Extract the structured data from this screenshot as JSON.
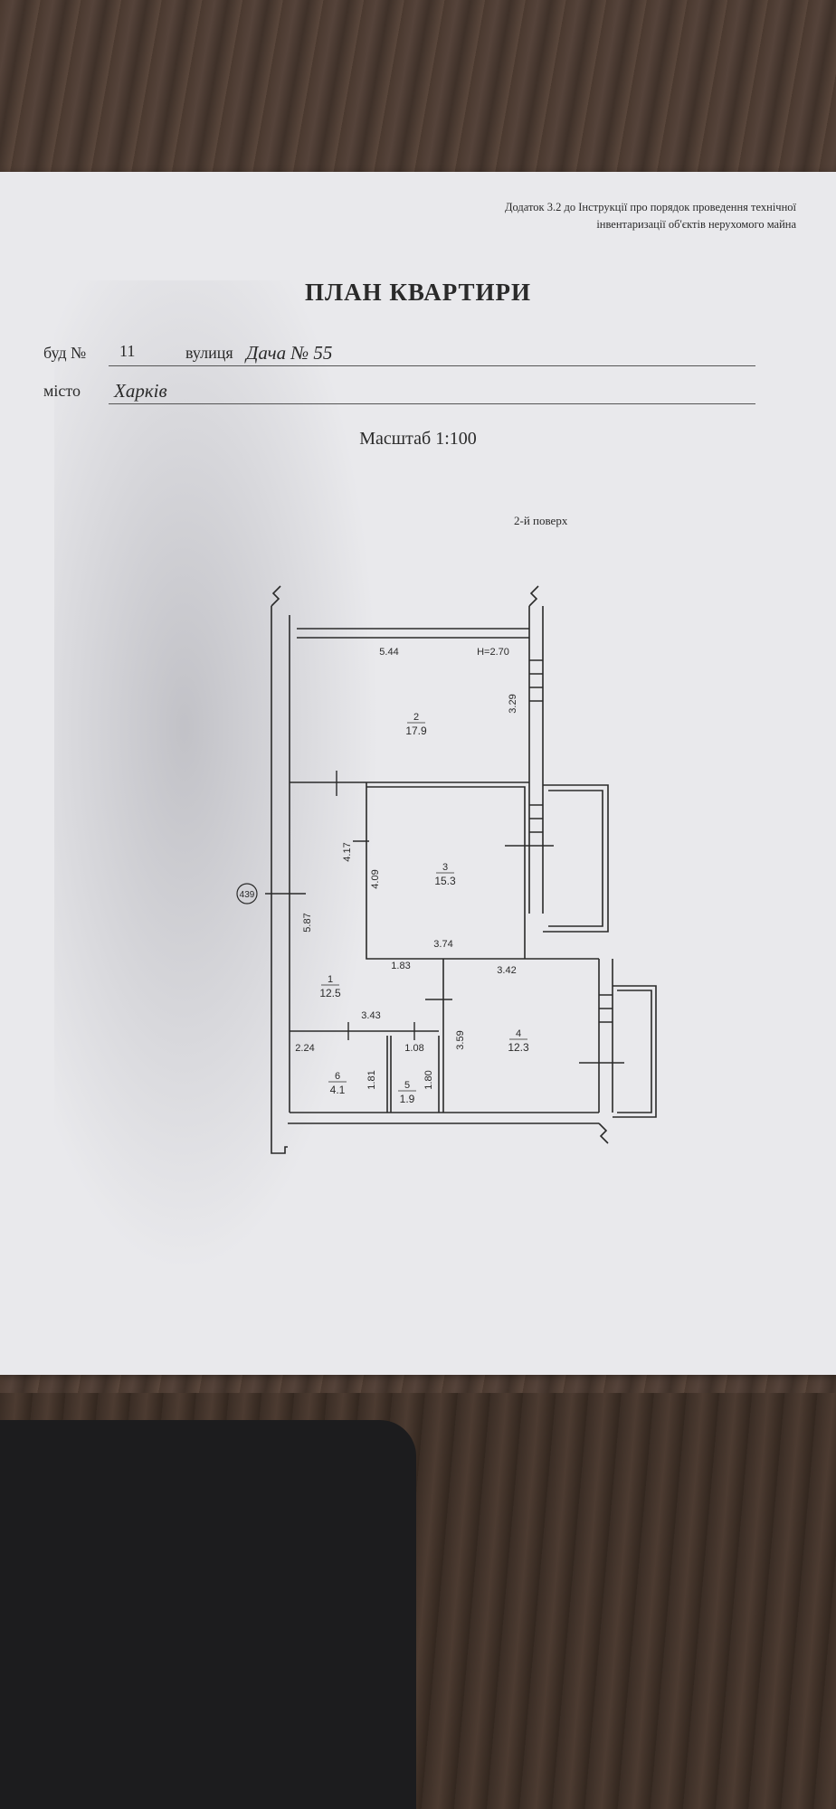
{
  "header": {
    "annex_line1": "Додаток 3.2 до Інструкції про порядок проведення технічної",
    "annex_line2": "інвентаризації об'єктів нерухомого майна"
  },
  "title": "ПЛАН КВАРТИРИ",
  "address": {
    "building_label": "буд №",
    "building_value": "11",
    "street_label": "вулиця",
    "street_value": "Дача № 55",
    "city_label": "місто",
    "city_value": "Харків"
  },
  "scale": "Масштаб 1:100",
  "floor": "2-й поверх",
  "plan": {
    "ceiling_height": "H=2.70",
    "marker": "439",
    "rooms": [
      {
        "number": "2",
        "area": "17.9"
      },
      {
        "number": "3",
        "area": "15.3"
      },
      {
        "number": "1",
        "area": "12.5"
      },
      {
        "number": "4",
        "area": "12.3"
      },
      {
        "number": "6",
        "area": "4.1"
      },
      {
        "number": "5",
        "area": "1.9"
      }
    ],
    "dimensions": {
      "d544": "5.44",
      "d329": "3.29",
      "d417": "4.17",
      "d409": "4.09",
      "d587": "5.87",
      "d374": "3.74",
      "d183": "1.83",
      "d342": "3.42",
      "d343": "3.43",
      "d359": "3.59",
      "d224": "2.24",
      "d108": "1.08",
      "d181": "1.81",
      "d180": "1.80"
    }
  },
  "colors": {
    "paper": "#e9e9ec",
    "ink": "#2a2a2a",
    "table_wood": "#4a392f"
  }
}
